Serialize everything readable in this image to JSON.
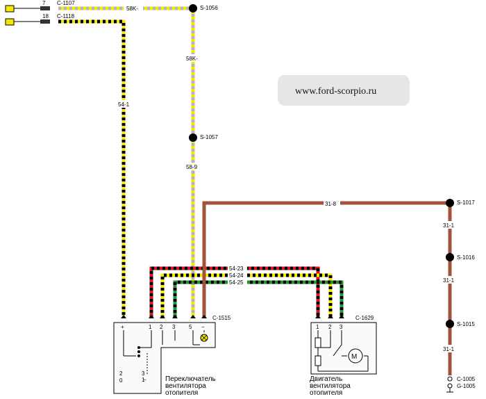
{
  "watermark": "www.ford-scorpio.ru",
  "connectors": {
    "c1107": "C-1107",
    "c1118": "C-1118",
    "c1107_pin": "7",
    "c1118_pin": "18",
    "c1515": "C-1515",
    "c1629": "C-1629",
    "c1005": "C-1005",
    "g1005": "G-1005"
  },
  "splices": {
    "s1056": "S-1056",
    "s1057": "S-1057",
    "s1017": "S-1017",
    "s1016": "S-1016",
    "s1015": "S-1015"
  },
  "wires": {
    "w58k_top": "58K-",
    "w58k_vert": "58K-",
    "w58_9": "58-9",
    "w54_1": "54-1",
    "w31_8": "31-8",
    "w31_1_a": "31-1",
    "w31_1_b": "31-1",
    "w31_1_c": "31-1",
    "w54_23": "54-23",
    "w54_24": "54-24",
    "w54_25": "54-25"
  },
  "pins": {
    "switch_plus": "+",
    "switch_1": "1",
    "switch_2": "2",
    "switch_3": "3",
    "switch_5": "5",
    "switch_minus": "−",
    "motor_1": "1",
    "motor_2": "2",
    "motor_3": "3",
    "motor_m": "M",
    "switch_pos_2": "2",
    "switch_pos_0": "0",
    "switch_pos_3": "3",
    "switch_pos_1": "1"
  },
  "components": {
    "switch_line1": "Переключатель",
    "switch_line2": "вентилятора",
    "switch_line3": "отопителя",
    "motor_line1": "Двигатель",
    "motor_line2": "вентилятора",
    "motor_line3": "отопителя"
  },
  "colors": {
    "yellow": "#f5e800",
    "black": "#000000",
    "grey": "#b4b4b4",
    "red": "#d81818",
    "green": "#1a9a2a",
    "brown": "#a0523a"
  }
}
